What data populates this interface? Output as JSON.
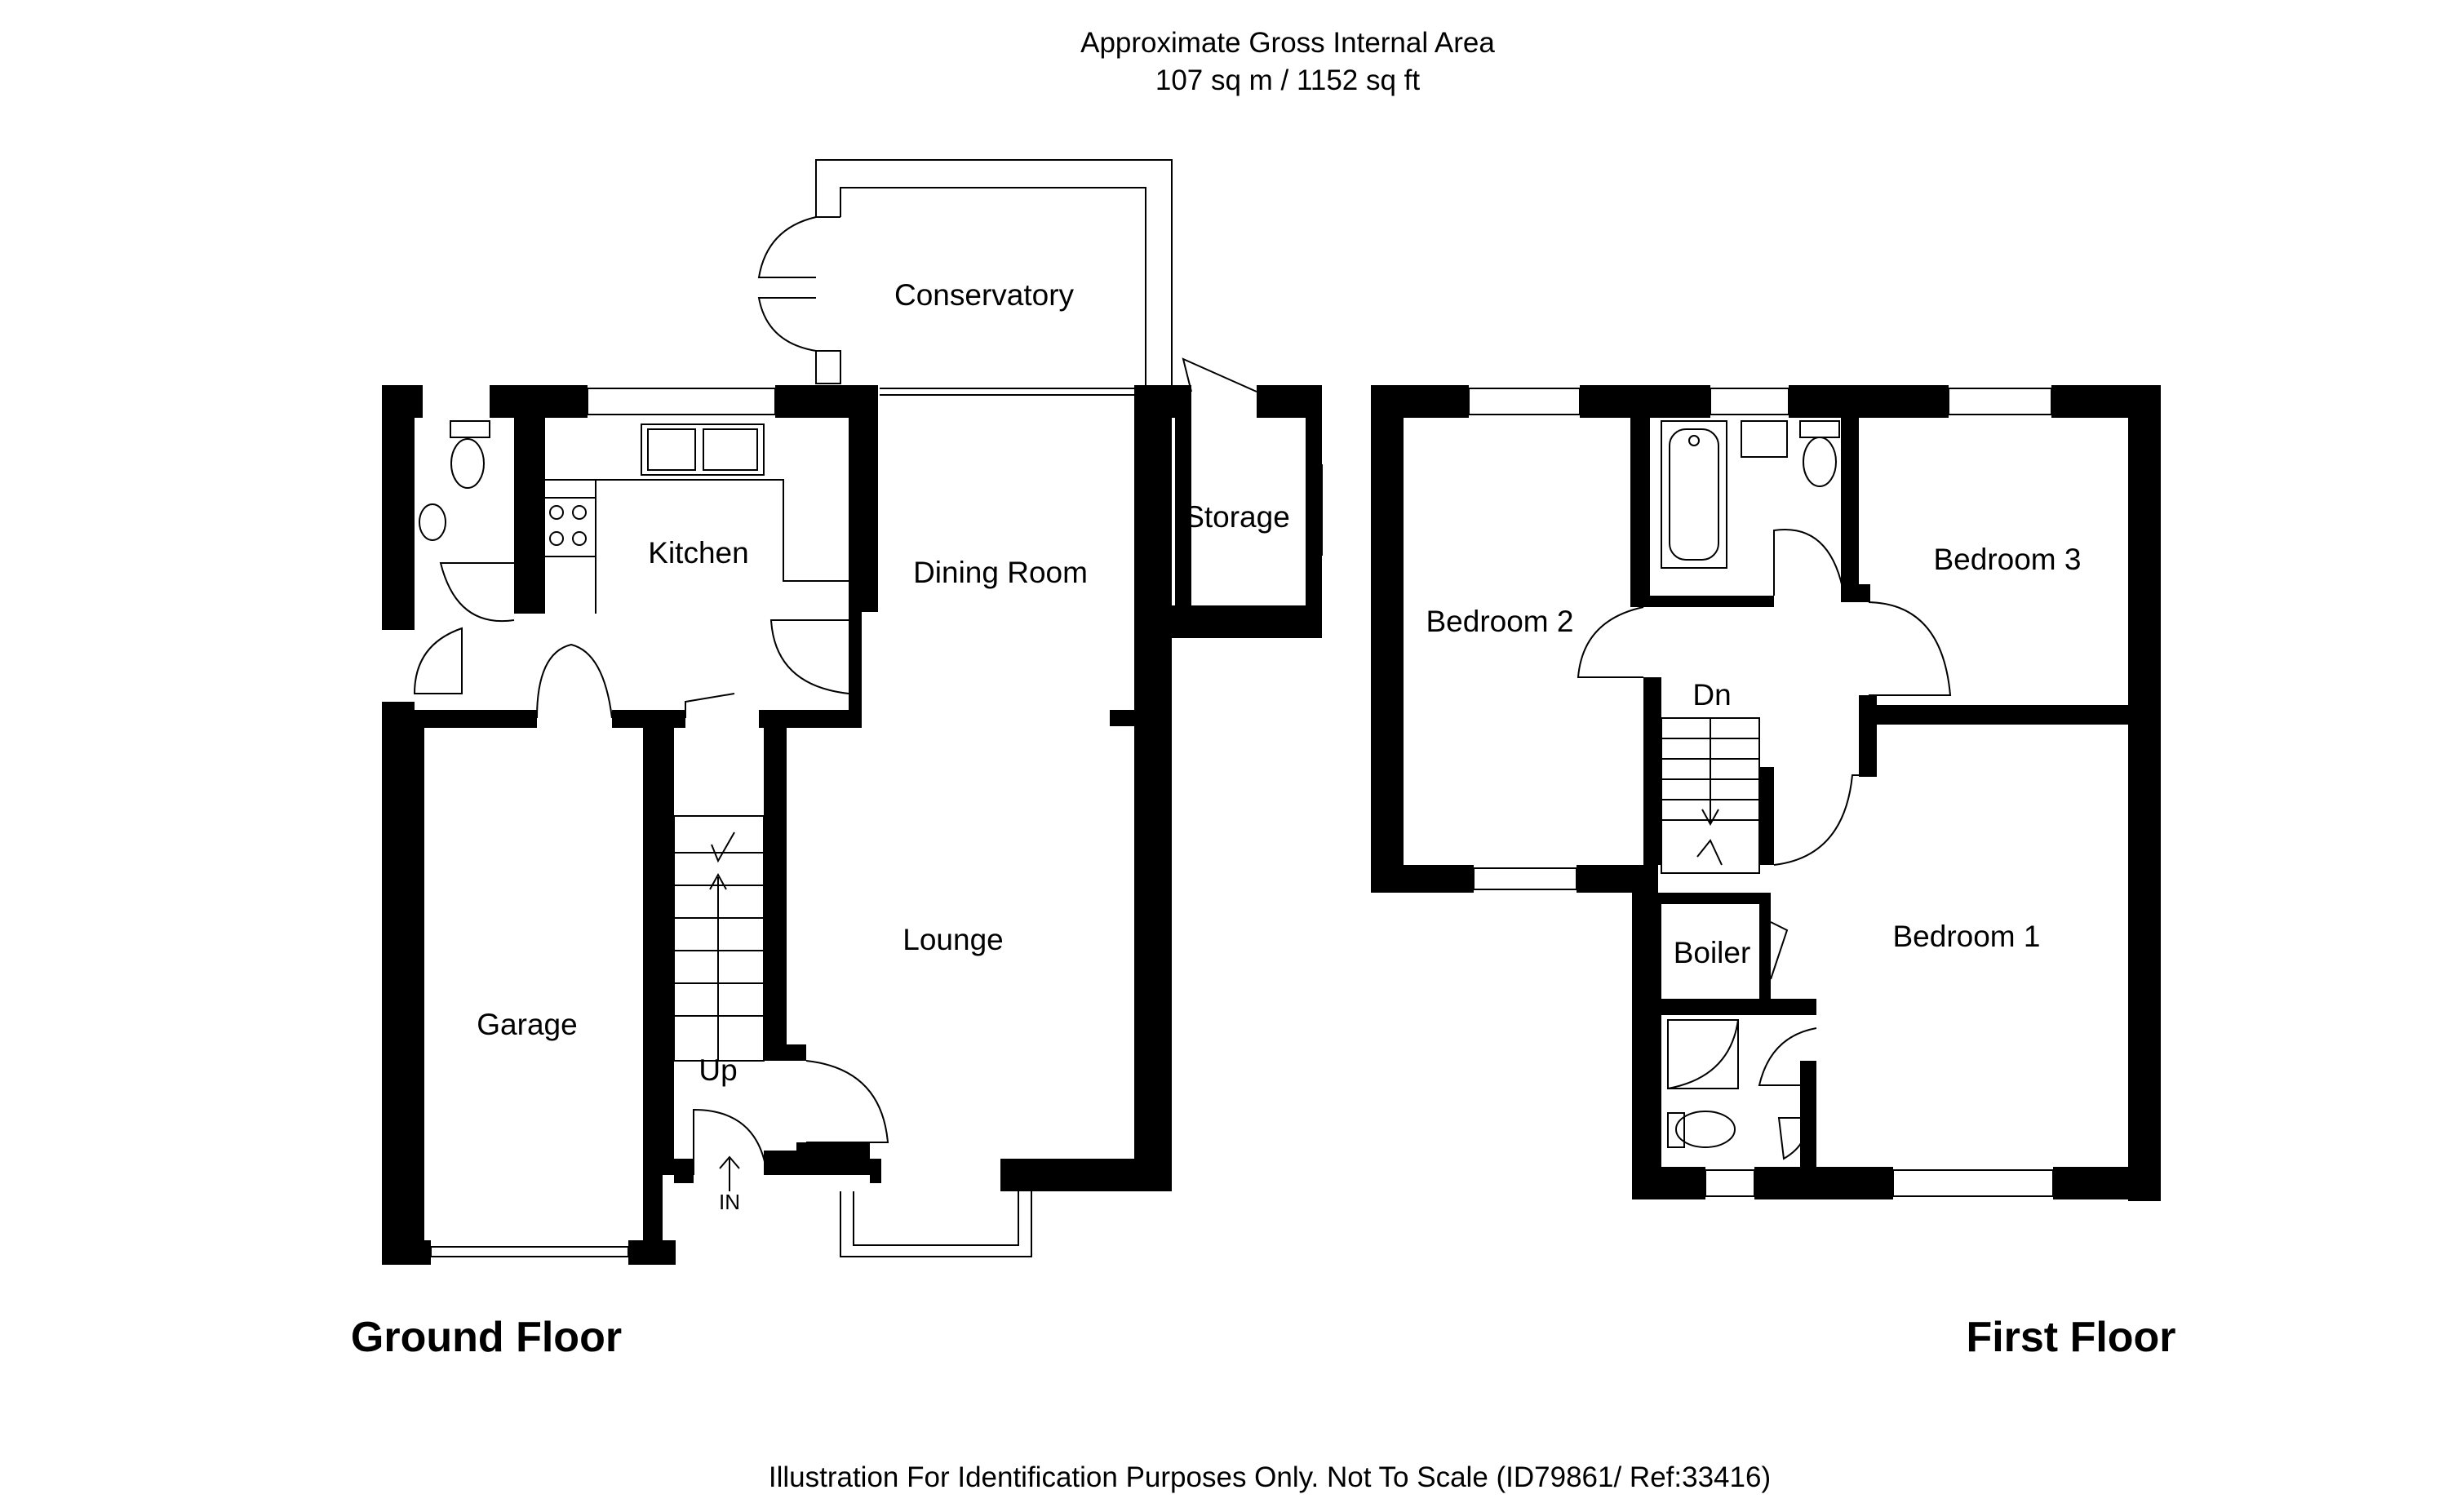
{
  "header": {
    "area_title": "Approximate Gross Internal Area",
    "area_value": "107 sq m / 1152 sq ft"
  },
  "ground_floor": {
    "label": "Ground Floor",
    "rooms": {
      "conservatory": "Conservatory",
      "kitchen": "Kitchen",
      "dining_room": "Dining Room",
      "storage": "Storage",
      "lounge": "Lounge",
      "garage": "Garage"
    },
    "stair_label": "Up",
    "entrance_label": "IN"
  },
  "first_floor": {
    "label": "First Floor",
    "rooms": {
      "bedroom_1": "Bedroom 1",
      "bedroom_2": "Bedroom 2",
      "bedroom_3": "Bedroom 3",
      "boiler": "Boiler"
    },
    "stair_label": "Dn"
  },
  "footer": {
    "disclaimer": "Illustration For Identification Purposes Only. Not To Scale (ID79861/ Ref:33416)"
  }
}
